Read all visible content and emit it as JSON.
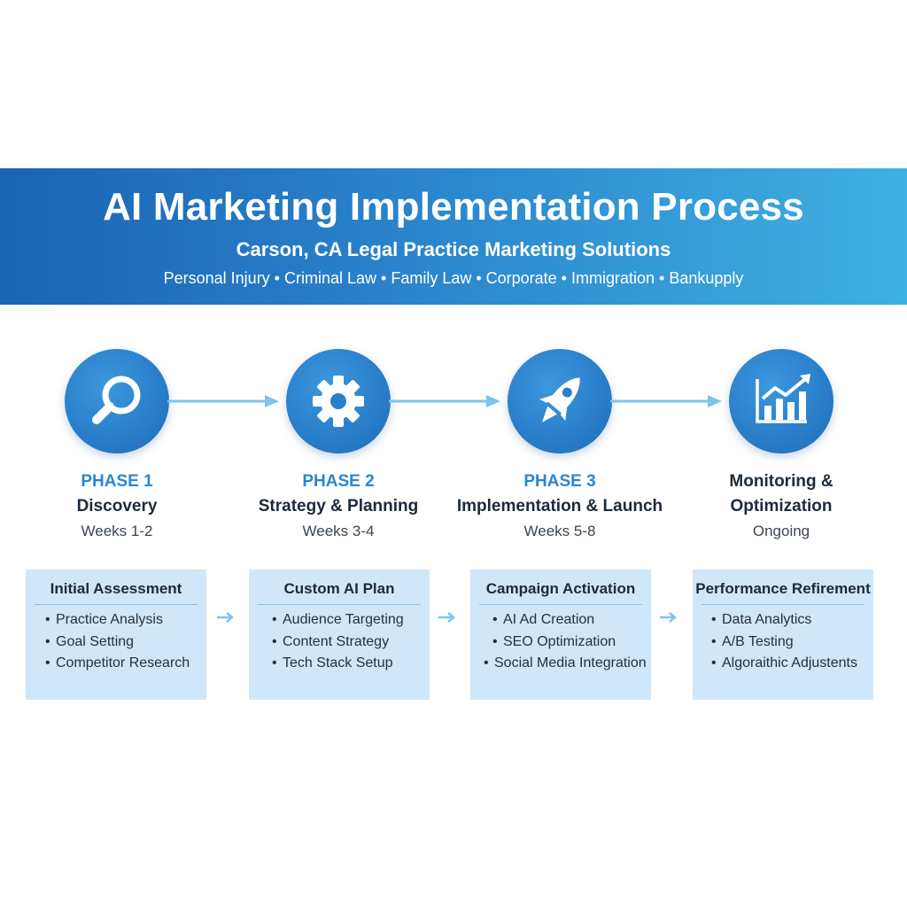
{
  "header": {
    "title": "AI Marketing Implementation Process",
    "subtitle": "Carson, CA Legal Practice Marketing Solutions",
    "practice_areas": [
      "Personal Injury",
      "Criminal Law",
      "Family Law",
      "Corporate",
      "Immigration",
      "Bankupply"
    ],
    "practice_areas_text": "Personal Injury • Criminal Law • Family Law • Corporate • Immigration • Bankupply"
  },
  "colors": {
    "banner_start": "#1b63b4",
    "banner_end": "#3fb0e2",
    "accent": "#2a86d0",
    "card_bg": "#cfe7f8",
    "arrow": "#7cc4ee",
    "text_dark": "#1d2a3a"
  },
  "phases": [
    {
      "icon": "magnifying-glass-icon",
      "number": "PHASE 1",
      "name": "Discovery",
      "timeframe": "Weeks 1-2",
      "card": {
        "title": "Initial Assessment",
        "items": [
          "Practice Analysis",
          "Goal Setting",
          "Competitor Research"
        ]
      }
    },
    {
      "icon": "gear-icon",
      "number": "PHASE 2",
      "name": "Strategy & Planning",
      "timeframe": "Weeks 3-4",
      "card": {
        "title": "Custom AI Plan",
        "items": [
          "Audience Targeting",
          "Content Strategy",
          "Tech Stack Setup"
        ]
      }
    },
    {
      "icon": "rocket-icon",
      "number": "PHASE 3",
      "name": "Implementation & Launch",
      "timeframe": "Weeks 5-8",
      "card": {
        "title": "Campaign Activation",
        "items": [
          "AI Ad Creation",
          "SEO Optimization",
          "Social Media Integration"
        ]
      }
    },
    {
      "icon": "growth-chart-icon",
      "number": "",
      "name": "Monitoring &",
      "name_line2": "Optimization",
      "timeframe": "Ongoing",
      "card": {
        "title": "Performance Refirement",
        "items": [
          "Data Analytics",
          "A/B Testing",
          "Algoraithic Adjustents"
        ]
      }
    }
  ]
}
